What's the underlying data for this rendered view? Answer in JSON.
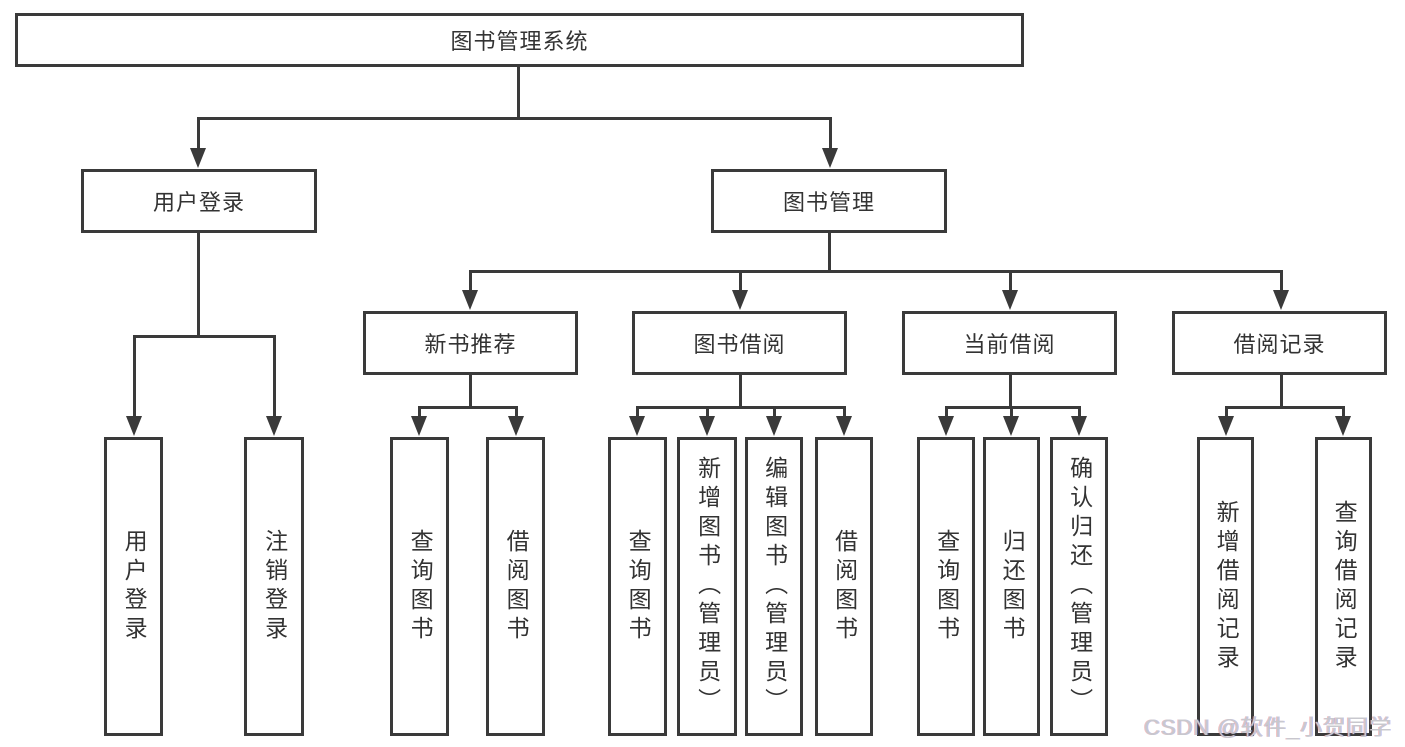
{
  "diagram_title": "图书管理系统",
  "colors": {
    "line": "#3a3a3a",
    "text": "#333333",
    "background": "#ffffff",
    "watermark": "#c8c8ce"
  },
  "watermark": {
    "text": "CSDN @软件_小贺同学"
  },
  "nodes": [
    {
      "id": "root",
      "label": "图书管理系统",
      "orientation": "h",
      "level": 1
    },
    {
      "id": "user-login",
      "label": "用户登录",
      "orientation": "h",
      "level": 2
    },
    {
      "id": "book-mgmt",
      "label": "图书管理",
      "orientation": "h",
      "level": 2
    },
    {
      "id": "new-book-rec",
      "label": "新书推荐",
      "orientation": "h",
      "level": 3
    },
    {
      "id": "book-borrow",
      "label": "图书借阅",
      "orientation": "h",
      "level": 3
    },
    {
      "id": "current-borrow",
      "label": "当前借阅",
      "orientation": "h",
      "level": 3
    },
    {
      "id": "borrow-records",
      "label": "借阅记录",
      "orientation": "h",
      "level": 3
    },
    {
      "id": "leaf-user-login",
      "label": "用户登录",
      "orientation": "v",
      "level": 4
    },
    {
      "id": "leaf-logout",
      "label": "注销登录",
      "orientation": "v",
      "level": 4
    },
    {
      "id": "leaf-query-book-1",
      "label": "查询图书",
      "orientation": "v",
      "level": 4
    },
    {
      "id": "leaf-borrow-book-1",
      "label": "借阅图书",
      "orientation": "v",
      "level": 4
    },
    {
      "id": "leaf-query-book-2",
      "label": "查询图书",
      "orientation": "v",
      "level": 4
    },
    {
      "id": "leaf-add-book",
      "label": "新增图书（管理员）",
      "orientation": "v",
      "level": 4
    },
    {
      "id": "leaf-edit-book",
      "label": "编辑图书（管理员）",
      "orientation": "v",
      "level": 4
    },
    {
      "id": "leaf-borrow-book-2",
      "label": "借阅图书",
      "orientation": "v",
      "level": 4
    },
    {
      "id": "leaf-query-book-3",
      "label": "查询图书",
      "orientation": "v",
      "level": 4
    },
    {
      "id": "leaf-return-book",
      "label": "归还图书",
      "orientation": "v",
      "level": 4
    },
    {
      "id": "leaf-confirm-return",
      "label": "确认归还（管理员）",
      "orientation": "v",
      "level": 4
    },
    {
      "id": "leaf-add-record",
      "label": "新增借阅记录",
      "orientation": "v",
      "level": 4
    },
    {
      "id": "leaf-query-record",
      "label": "查询借阅记录",
      "orientation": "v",
      "level": 4
    }
  ],
  "tree": {
    "label": "图书管理系统",
    "children": [
      {
        "label": "用户登录",
        "children": [
          {
            "label": "用户登录"
          },
          {
            "label": "注销登录"
          }
        ]
      },
      {
        "label": "图书管理",
        "children": [
          {
            "label": "新书推荐",
            "children": [
              {
                "label": "查询图书"
              },
              {
                "label": "借阅图书"
              }
            ]
          },
          {
            "label": "图书借阅",
            "children": [
              {
                "label": "查询图书"
              },
              {
                "label": "新增图书（管理员）"
              },
              {
                "label": "编辑图书（管理员）"
              },
              {
                "label": "借阅图书"
              }
            ]
          },
          {
            "label": "当前借阅",
            "children": [
              {
                "label": "查询图书"
              },
              {
                "label": "归还图书"
              },
              {
                "label": "确认归还（管理员）"
              }
            ]
          },
          {
            "label": "借阅记录",
            "children": [
              {
                "label": "新增借阅记录"
              },
              {
                "label": "查询借阅记录"
              }
            ]
          }
        ]
      }
    ]
  }
}
